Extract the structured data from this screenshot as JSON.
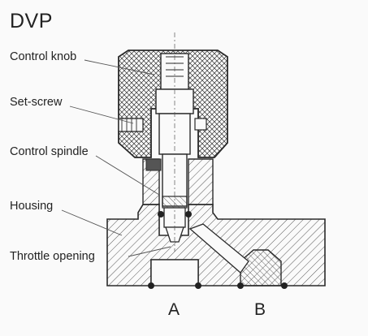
{
  "title": "DVP",
  "labels": {
    "control_knob": "Control knob",
    "set_screw": "Set-screw",
    "control_spindle": "Control spindle",
    "housing": "Housing",
    "throttle_opening": "Throttle opening"
  },
  "ports": {
    "a": "A",
    "b": "B"
  },
  "colors": {
    "line": "#2a2a2a",
    "hatch": "#444444",
    "background": "#fafafa"
  }
}
